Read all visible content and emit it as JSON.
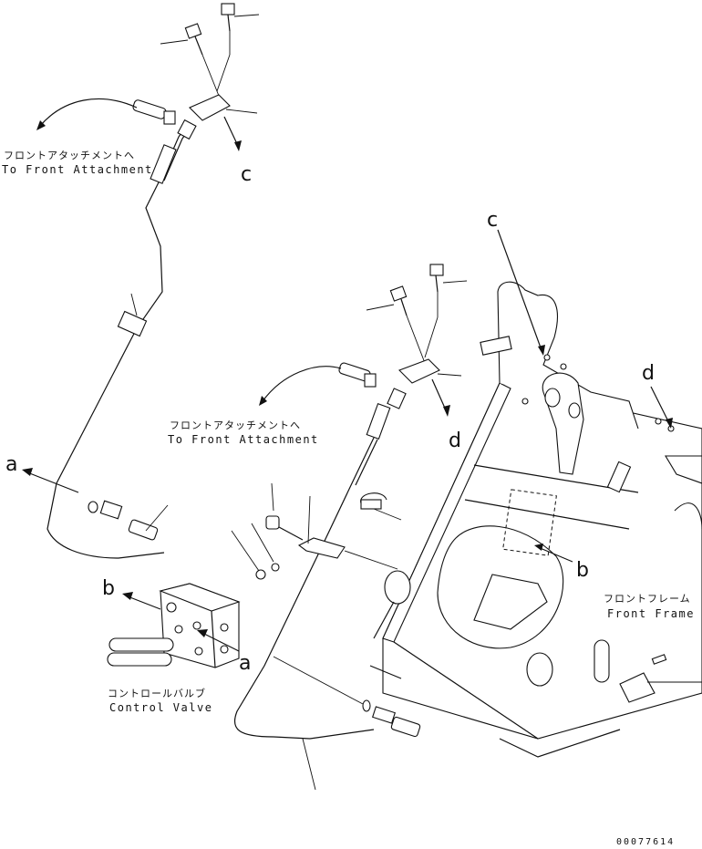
{
  "labels": {
    "front_attachment_jp": "フロントアタッチメントへ",
    "front_attachment_en": "To Front Attachment",
    "front_attachment2_jp": "フロントアタッチメントへ",
    "front_attachment2_en": "To Front Attachment",
    "control_valve_jp": "コントロールバルブ",
    "control_valve_en": "Control Valve",
    "front_frame_jp": "フロントフレーム",
    "front_frame_en": "Front Frame",
    "drawing_number": "00077614"
  },
  "callouts": {
    "c_top": "c",
    "c_frame": "c",
    "d_mid": "d",
    "d_frame": "d",
    "a_left": "a",
    "a_valve": "a",
    "b_valve": "b",
    "b_frame": "b"
  }
}
